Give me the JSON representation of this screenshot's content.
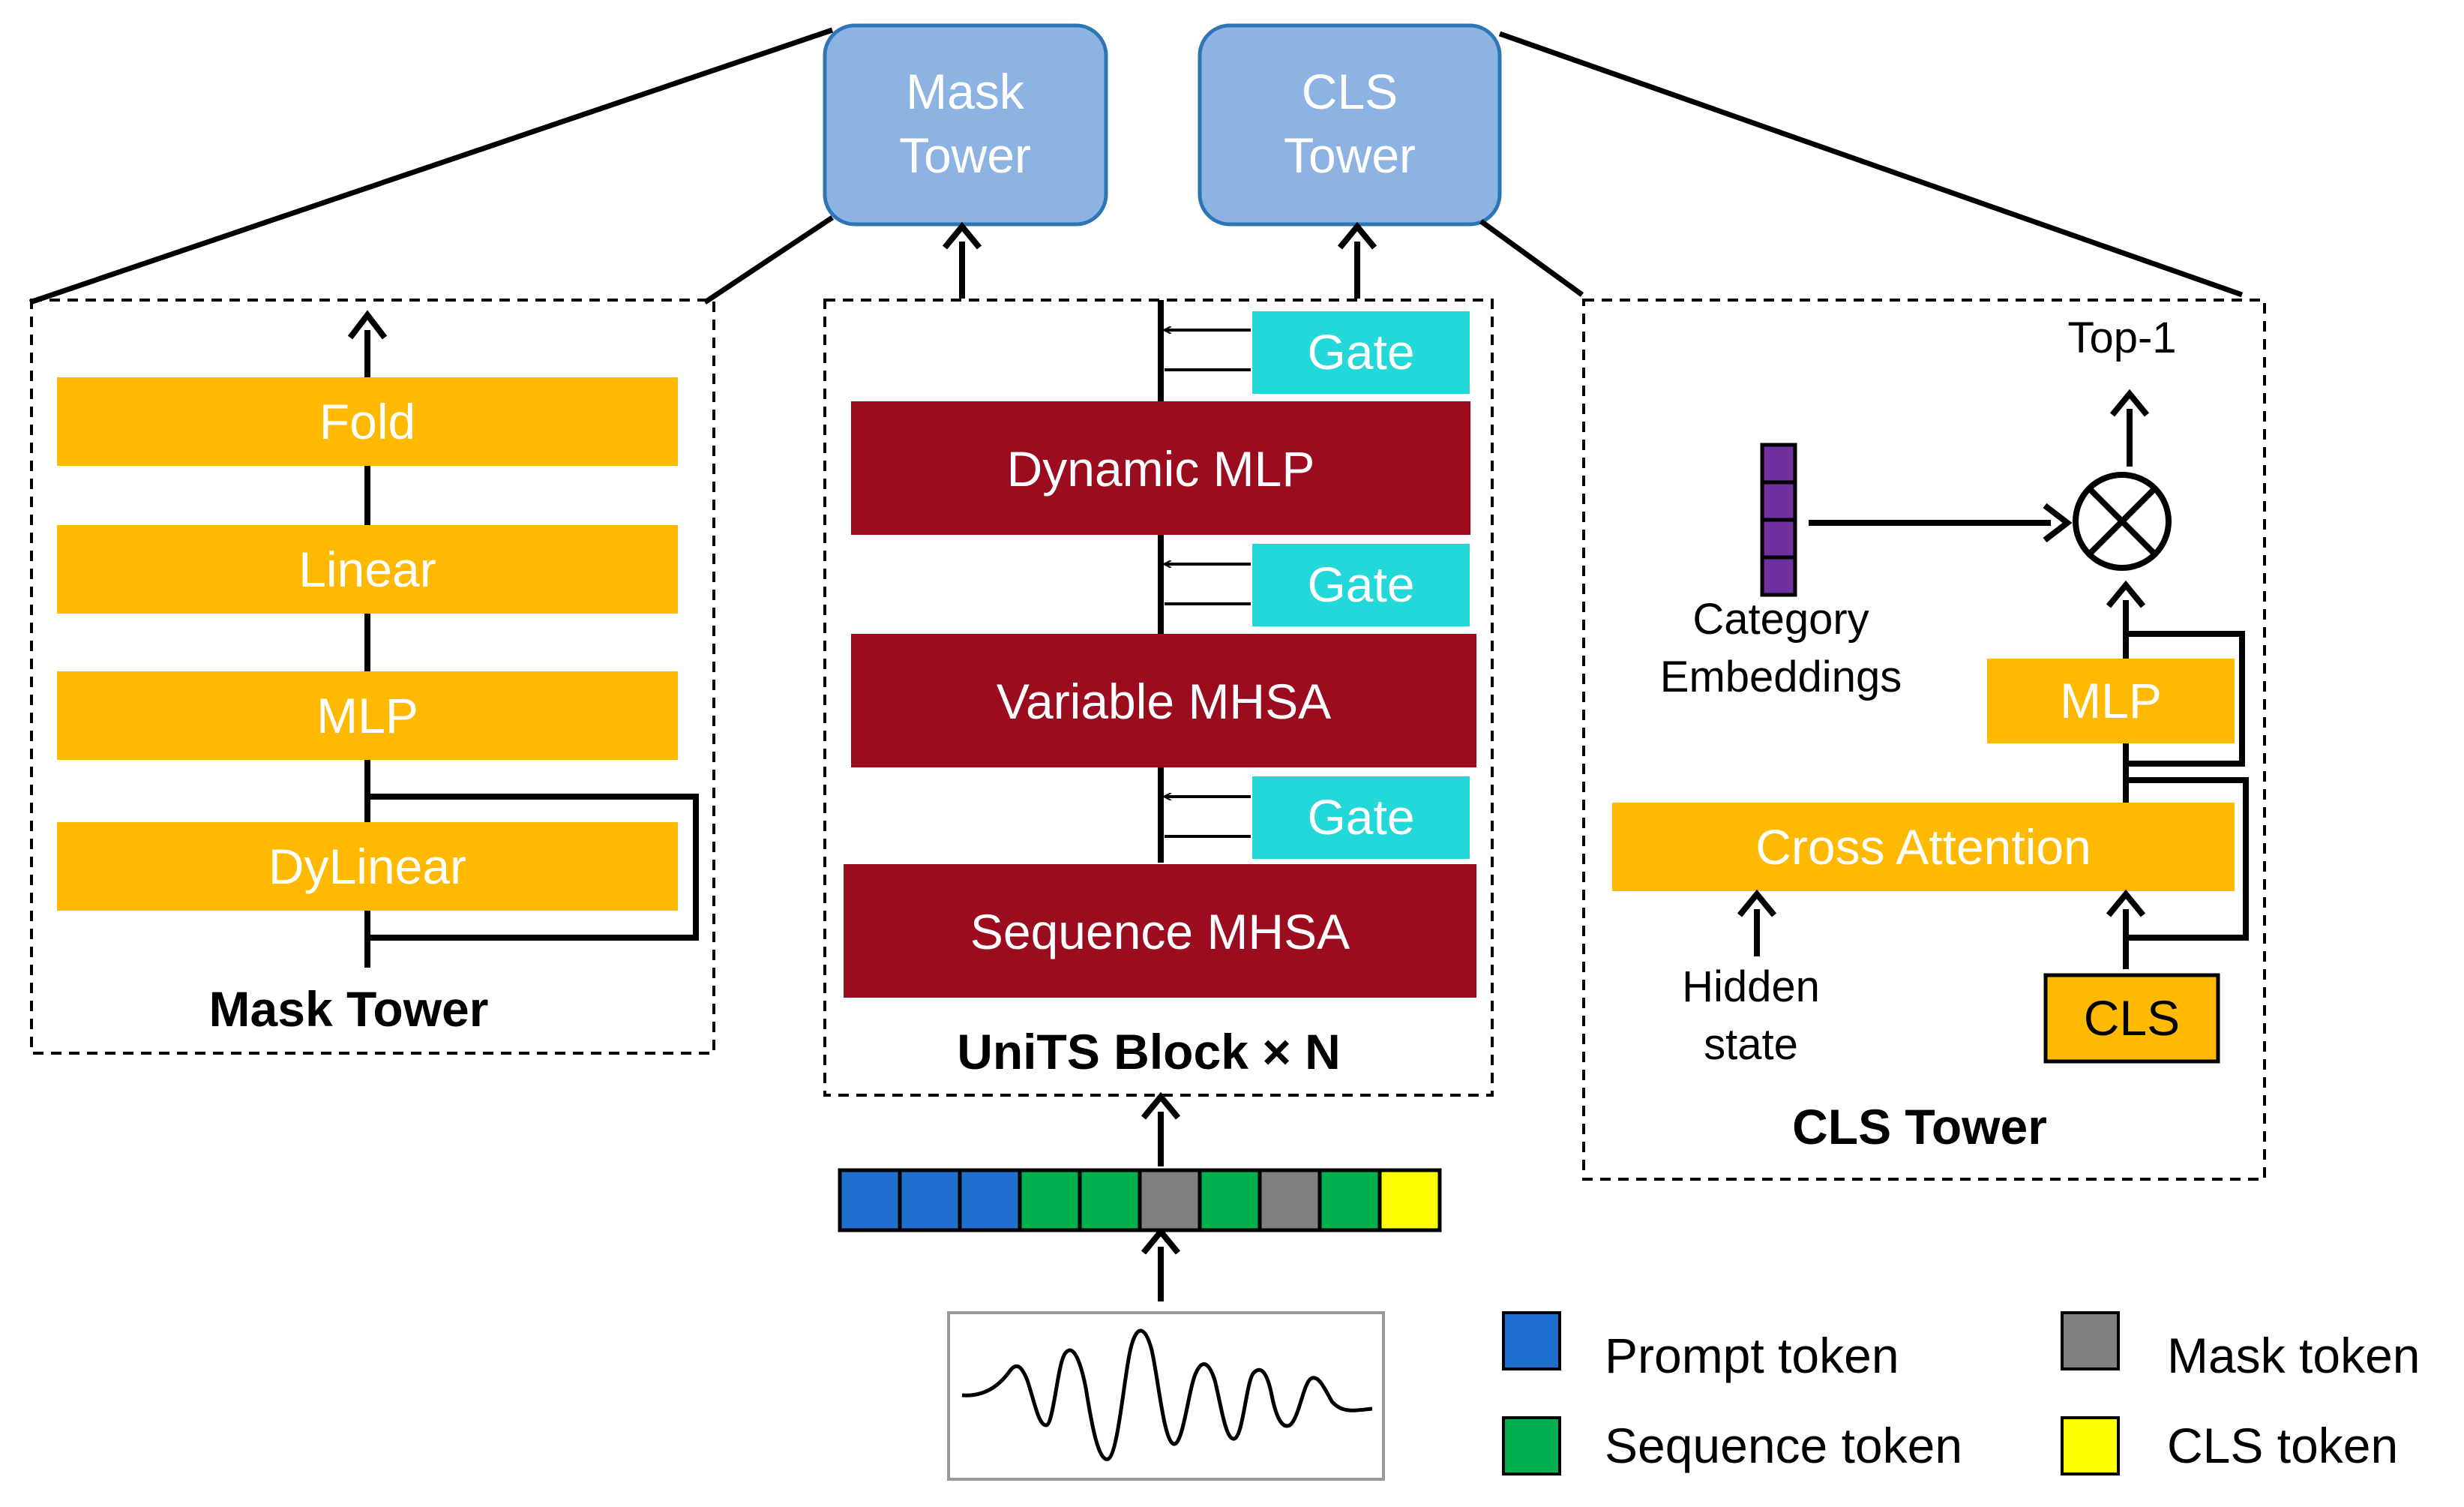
{
  "top": {
    "mask_tower": [
      "Mask",
      "Tower"
    ],
    "cls_tower": [
      "CLS",
      "Tower"
    ]
  },
  "mask_tower_panel": {
    "title": "Mask Tower",
    "blocks": [
      "Fold",
      "Linear",
      "MLP",
      "DyLinear"
    ]
  },
  "units_block": {
    "title": "UniTS Block × N",
    "gate_label": "Gate",
    "blocks": [
      "Dynamic MLP",
      "Variable MHSA",
      "Sequence MHSA"
    ]
  },
  "cls_tower_panel": {
    "title": "CLS Tower",
    "top1": "Top-1",
    "category_embeddings": [
      "Category",
      "Embeddings"
    ],
    "mlp": "MLP",
    "cross_attention": "Cross Attention",
    "hidden_state": [
      "Hidden",
      "state"
    ],
    "cls": "CLS"
  },
  "token_sequence": [
    "prompt",
    "prompt",
    "prompt",
    "sequence",
    "sequence",
    "mask",
    "sequence",
    "mask",
    "sequence",
    "cls"
  ],
  "legend": {
    "prompt": "Prompt token",
    "sequence": "Sequence token",
    "mask": "Mask token",
    "cls": "CLS token"
  },
  "colors": {
    "orange": "#FFB900",
    "dark_red": "#9B0C1E",
    "cyan": "#22D8D8",
    "tower_blue": "#8DB3E2",
    "tower_border": "#2E75B6",
    "prompt": "#1F6FD1",
    "sequence": "#00B04F",
    "mask": "#808080",
    "cls_token": "#FFFF00",
    "purple": "#7030A0"
  }
}
